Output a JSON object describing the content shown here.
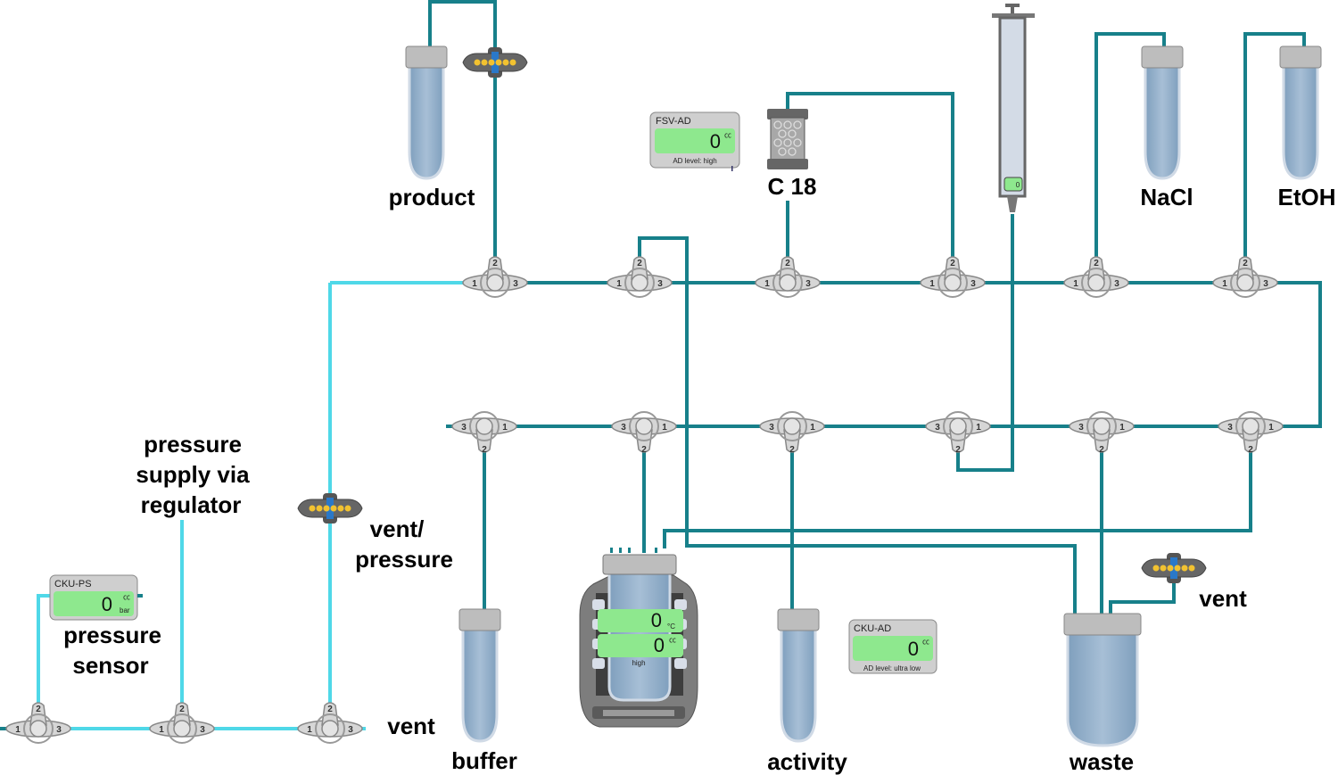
{
  "colors": {
    "tube": "#17808a",
    "pressure_tube": "#4fd8e8",
    "display": "#8ee88e",
    "device": "#c8c8c8"
  },
  "labels": {
    "product": "product",
    "c18": "C 18",
    "nacl": "NaCl",
    "etoh": "EtOH",
    "pressure_supply": [
      "pressure",
      "supply via",
      "regulator"
    ],
    "vent_pressure": [
      "vent/",
      "pressure"
    ],
    "pressure_sensor": [
      "pressure",
      "sensor"
    ],
    "vent_bottom": "vent",
    "buffer": "buffer",
    "activity": "activity",
    "waste": "waste",
    "vent_waste": "vent"
  },
  "valve_ports": {
    "p1": "1",
    "p2": "2",
    "p3": "3"
  },
  "fsv_ad": {
    "title": "FSV-AD",
    "value": "0",
    "unit": "㏄",
    "level": "AD level: high"
  },
  "cku_ps": {
    "title": "CKU-PS",
    "value": "0",
    "unit": "㏄",
    "unit2": "bar"
  },
  "cku_ad": {
    "title": "CKU-AD",
    "value": "0",
    "unit": "㏄",
    "level": "AD level: ultra low"
  },
  "reactor": {
    "temp_value": "0",
    "temp_unit": "°C",
    "value2": "0",
    "unit": "㏄",
    "level": "high"
  },
  "syringe": {
    "value": "0"
  }
}
